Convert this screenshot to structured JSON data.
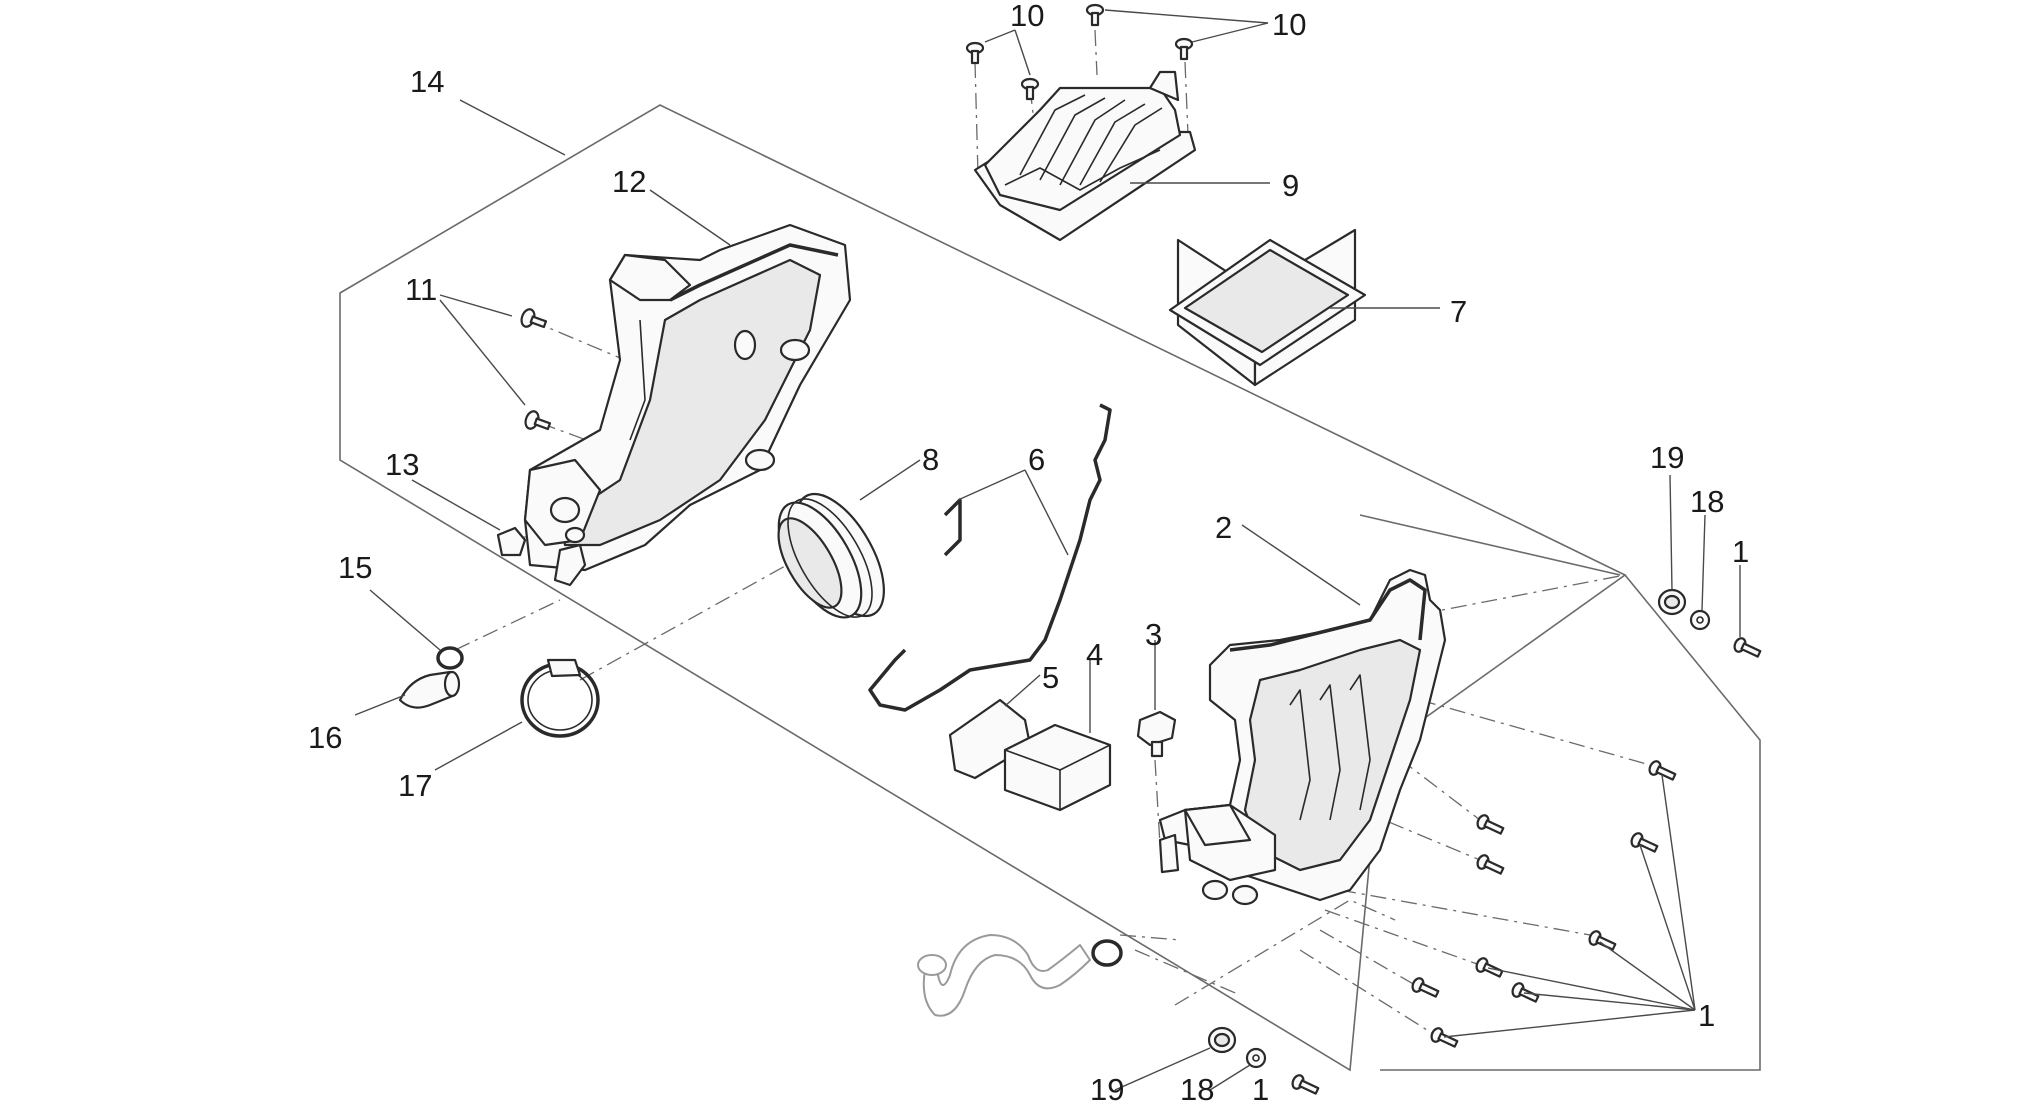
{
  "labels": {
    "c1": "1",
    "c2": "2",
    "c3": "3",
    "c4": "4",
    "c5": "5",
    "c6": "6",
    "c7": "7",
    "c8": "8",
    "c9": "9",
    "c10a": "10",
    "c10b": "10",
    "c11": "11",
    "c12": "12",
    "c13": "13",
    "c14": "14",
    "c15": "15",
    "c16": "16",
    "c17": "17",
    "c18a": "18",
    "c18b": "18",
    "c19a": "19",
    "c19b": "19",
    "c1a": "1",
    "c1b": "1"
  },
  "colors": {
    "line": "#2a2a2a",
    "frame": "#6a6a6a",
    "background": "#ffffff"
  }
}
